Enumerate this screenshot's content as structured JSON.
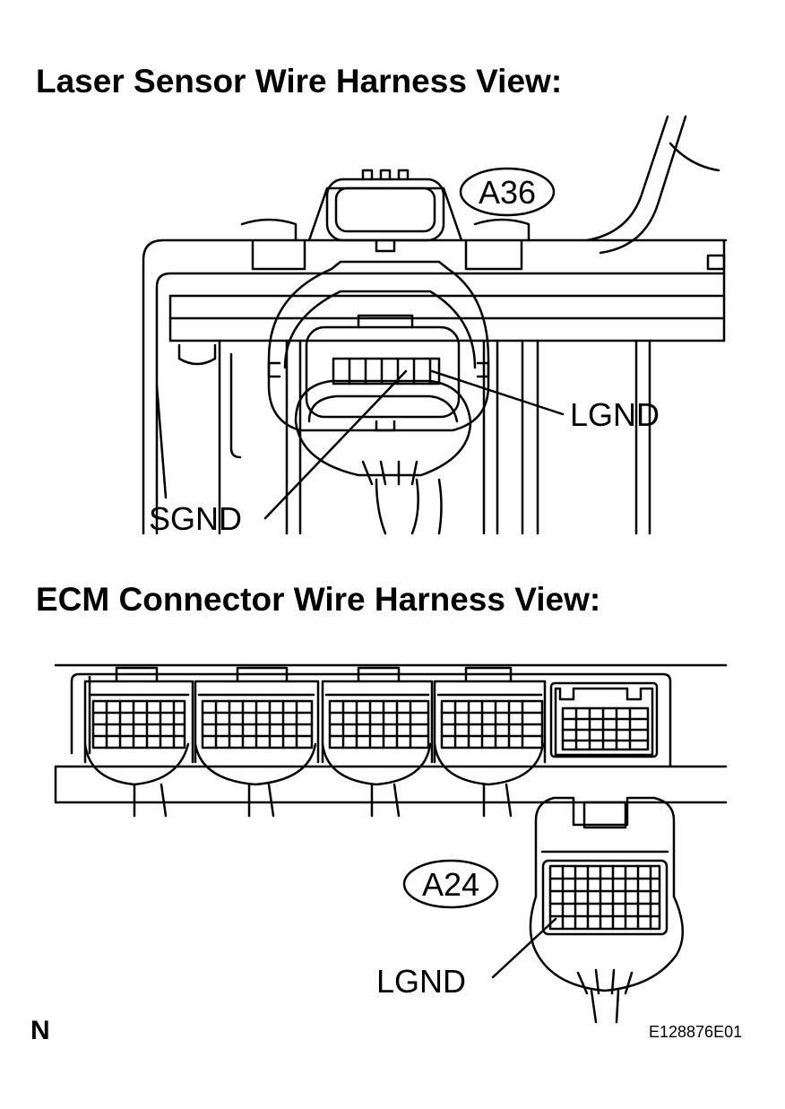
{
  "section_top": {
    "title": "Laser Sensor Wire Harness View:",
    "connector_id": "A36",
    "callouts": [
      "LGND",
      "SGND"
    ]
  },
  "section_bottom": {
    "title": "ECM Connector Wire Harness View:",
    "connector_id": "A24",
    "callouts": [
      "LGND"
    ]
  },
  "orientation_mark": "N",
  "figure_code": "E128876E01"
}
